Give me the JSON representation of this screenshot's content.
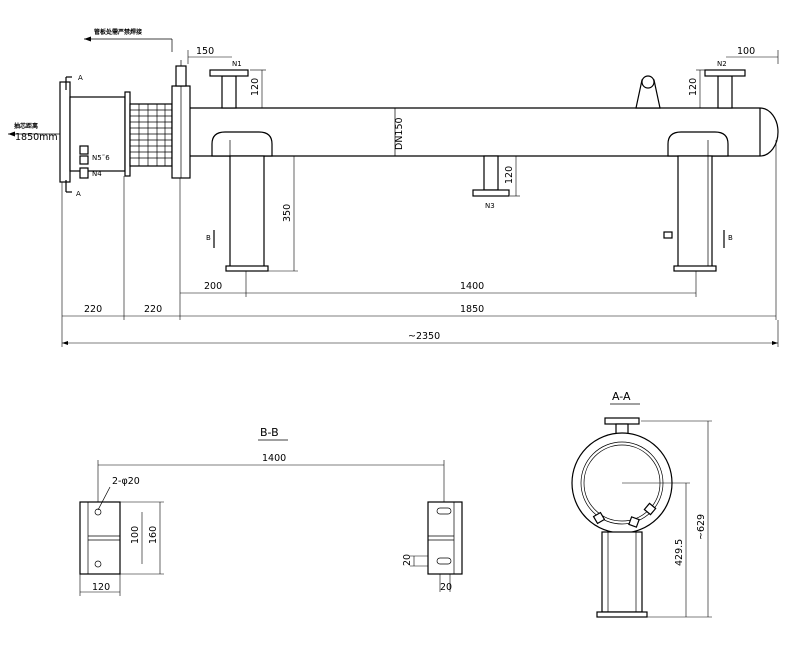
{
  "notes": {
    "top_chinese": "管板处需严禁焊接",
    "left_chinese": "抽芯距离",
    "left_value": "1850mm"
  },
  "nozzles": {
    "n1": "N1",
    "n2": "N2",
    "n3": "N3",
    "n4": "N4",
    "n56": "N5˜6"
  },
  "section_marks": {
    "a": "A",
    "b": "B"
  },
  "shell_label": "DN150",
  "dimensions": {
    "d150": "150",
    "d100": "100",
    "d120_n1": "120",
    "d120_n2": "120",
    "d120_n3": "120",
    "d350": "350",
    "d200": "200",
    "d1400": "1400",
    "d220_a": "220",
    "d220_b": "220",
    "d1850": "1850",
    "d2350": "~2350"
  },
  "section_bb": {
    "title": "B-B",
    "span": "1400",
    "holes": "2-φ20",
    "d100": "100",
    "d160": "160",
    "d120": "120",
    "d20_v": "20",
    "d20_h": "20"
  },
  "section_aa": {
    "title": "A-A",
    "d4295": "429.5",
    "d629": "~629"
  }
}
